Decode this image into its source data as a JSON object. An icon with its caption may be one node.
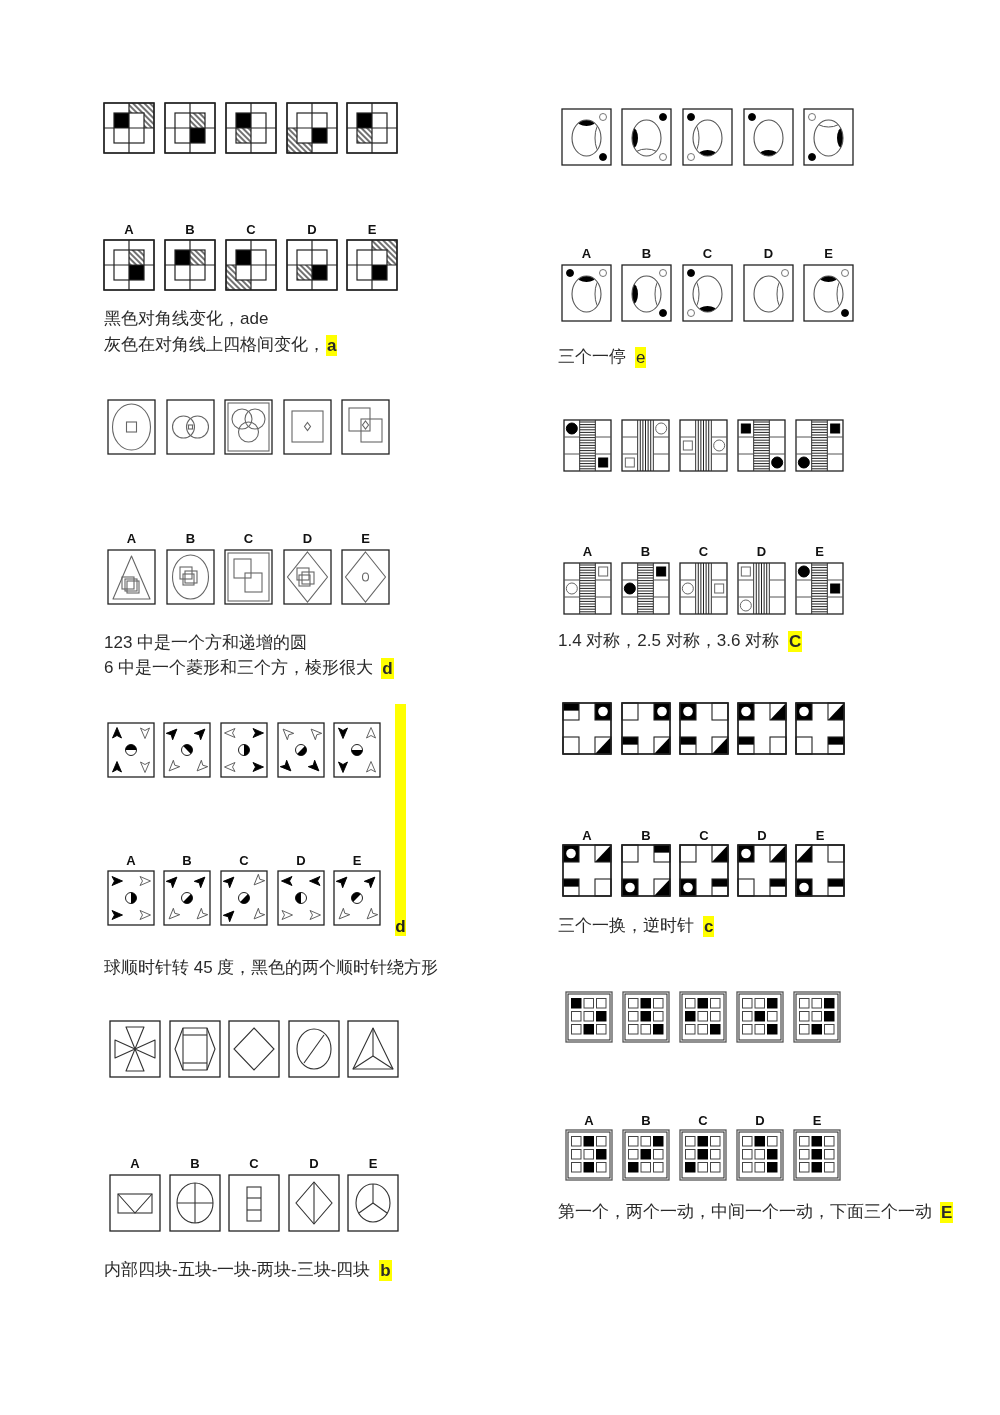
{
  "diagram": {
    "labels": [
      "A",
      "B",
      "C",
      "D",
      "E",
      "黑色对角线变化，ade",
      "灰色在对角线上四格间变化，",
      "a",
      "A",
      "B",
      "C",
      "D",
      "E",
      "123 中是一个方和递增的圆",
      "6 中是一个菱形和三个方，棱形很大",
      "d",
      "A",
      "B",
      "C",
      "D",
      "E",
      "d",
      "球顺时针转 45 度，黑色的两个顺时针绕方形",
      "A",
      "B",
      "C",
      "D",
      "E",
      "内部四块-五块-一块-两块-三块-四块",
      "b",
      "A",
      "B",
      "C",
      "D",
      "E",
      "三个一停",
      "e",
      "A",
      "B",
      "C",
      "D",
      "E",
      "1.4 对称，2.5 对称，3.6 对称",
      "C",
      "A",
      "B",
      "C",
      "D",
      "E",
      "三个一换，逆时针",
      "c",
      "A",
      "B",
      "C",
      "D",
      "E",
      "第一个，两个一动，中间一个一动，下面三个一动",
      "E"
    ]
  }
}
